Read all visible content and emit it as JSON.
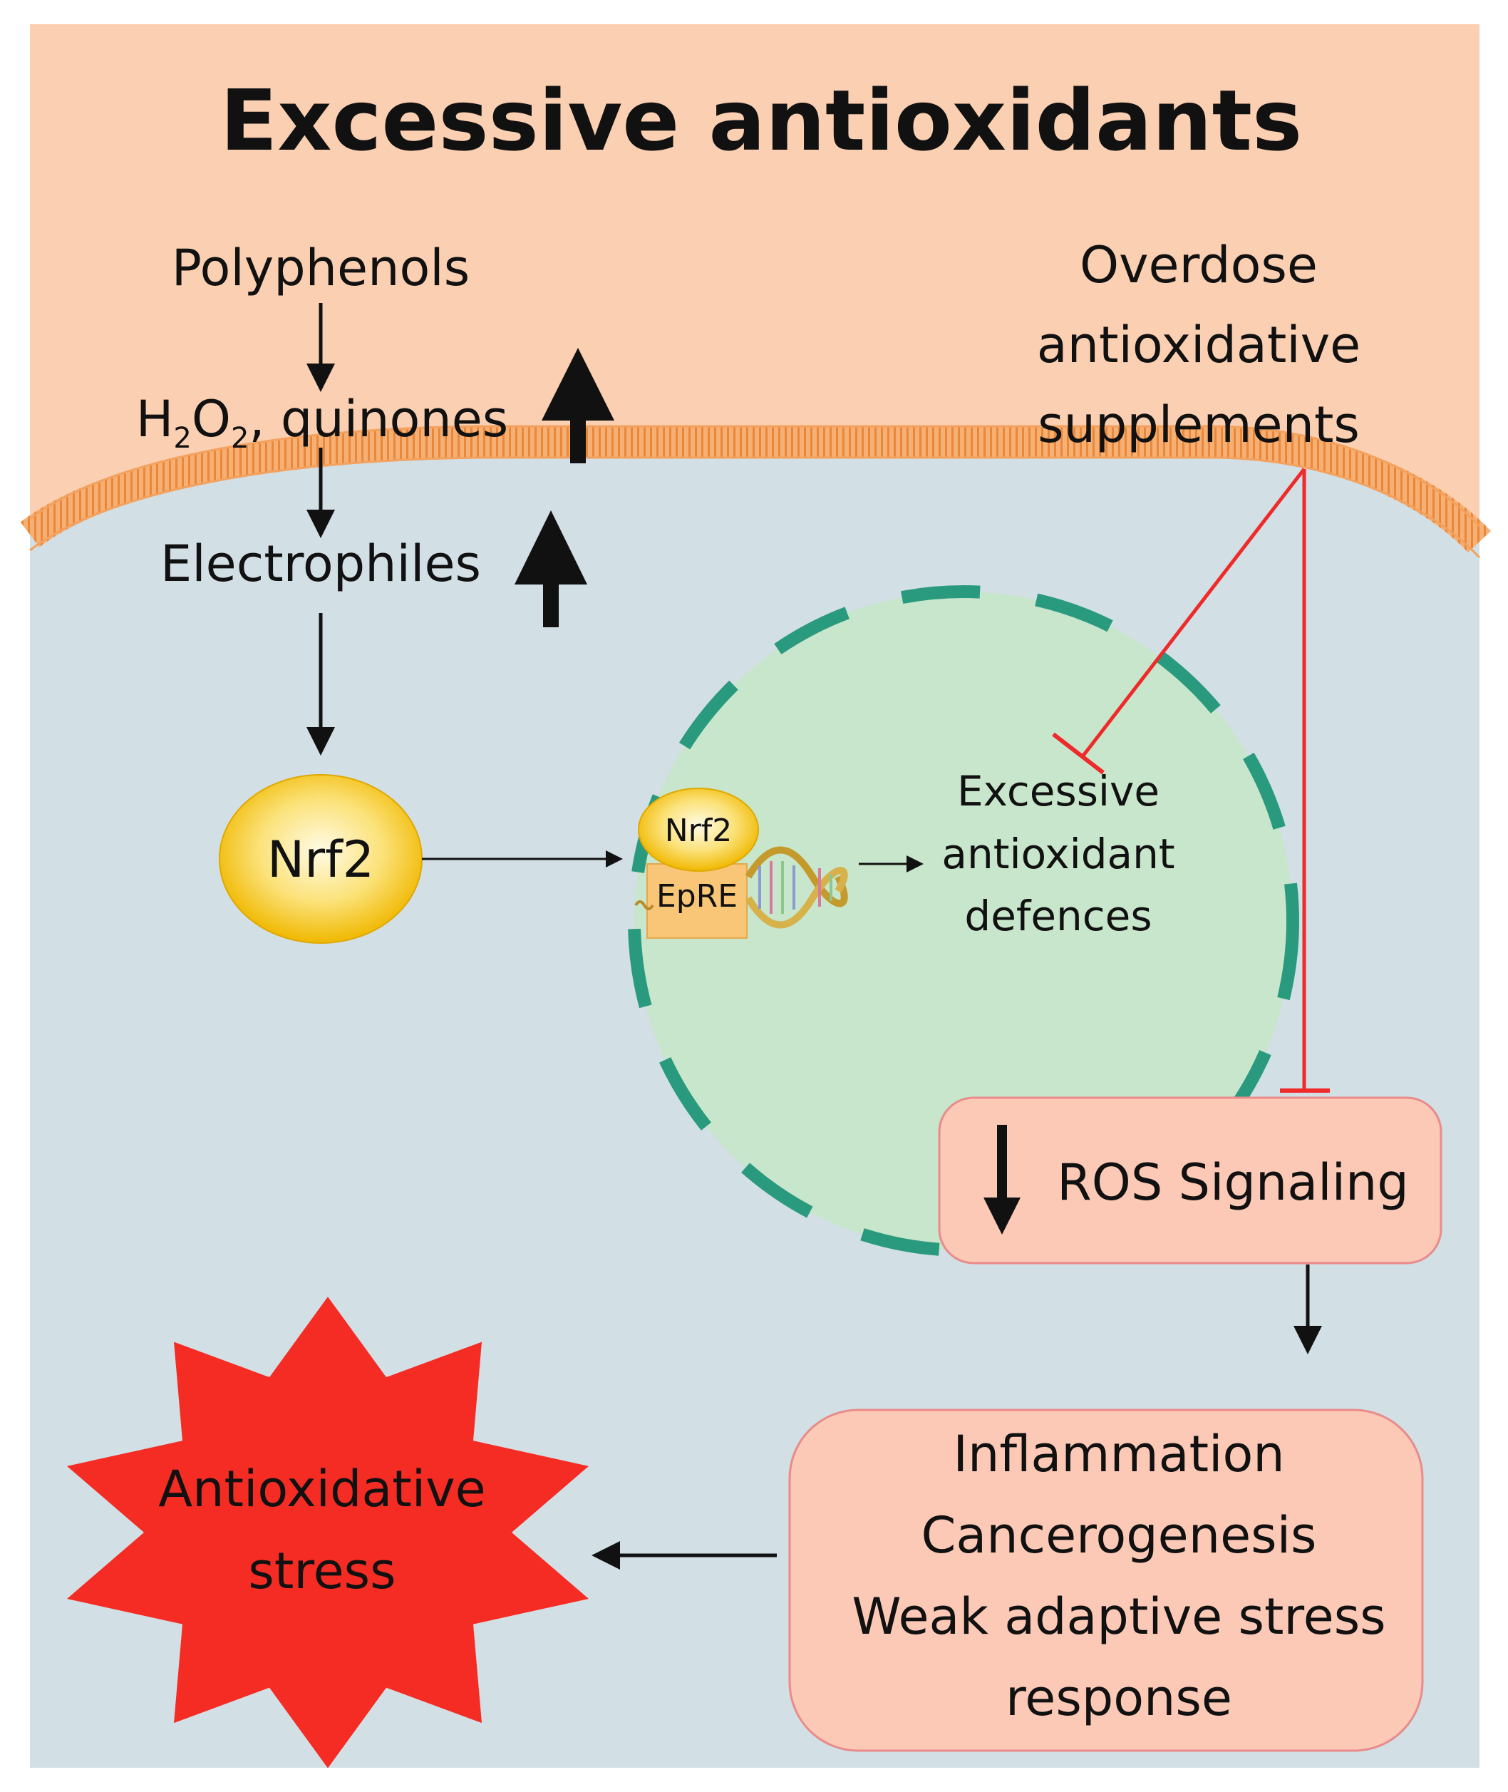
{
  "title": "Excessive antioxidants",
  "polyphenols": "Polyphenols",
  "h2o2": {
    "h": "H",
    "sub1": "2",
    "o": "O",
    "sub2": "2",
    "rest": ", quinones"
  },
  "electrophiles": "Electrophiles",
  "nrf2_cyto": "Nrf2",
  "nucleus": {
    "nrf2": "Nrf2",
    "epre": "EpRE",
    "defences": [
      "Excessive",
      "antioxidant",
      "defences"
    ]
  },
  "overdose": [
    "Overdose",
    "antioxidative",
    "supplements"
  ],
  "ros_signaling": "ROS Signaling",
  "outcomes": [
    "Inflammation",
    "Cancerogenesis",
    "Weak adaptive stress",
    "response"
  ],
  "stress": [
    "Antioxidative",
    "stress"
  ],
  "colors": {
    "extracellular": "#fbcfb1",
    "cytoplasm": "#d2dfe5",
    "membrane": "#f5a662",
    "nucleus_fill": "#c8e6cb",
    "nucleus_border": "#2a9a7f",
    "box_fill": "#fcc9b6",
    "box_border": "#e98b8b",
    "inhibit_red": "#ee2a2a",
    "star_red": "#f42c24",
    "nrf2_gold": "#f7c624"
  }
}
